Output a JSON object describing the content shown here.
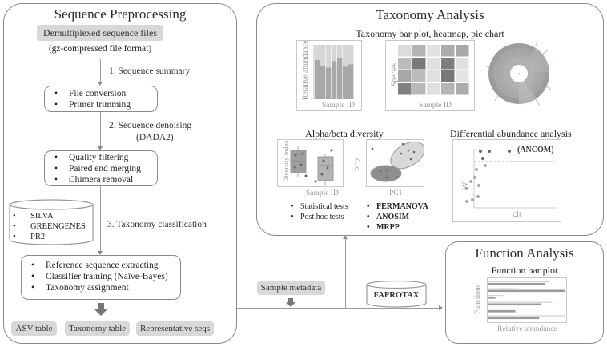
{
  "preprocessing": {
    "title": "Sequence Preprocessing",
    "input": "Demultiplexed sequence files",
    "input_note": "(gz-compressed file format)",
    "steps": [
      {
        "label": "1. Sequence summary",
        "items": [
          "File conversion",
          "Primer trimming"
        ]
      },
      {
        "label": "2. Sequence denoising",
        "label2": "(DADA2)",
        "items": [
          "Quality filtering",
          "Paired end merging",
          "Chimera removal"
        ]
      },
      {
        "label": "3. Taxonomy classification",
        "items": [
          "Reference sequence extracting",
          "Classifier training (Naïve-Bayes)",
          "Taxonomy assignment"
        ]
      }
    ],
    "databases": [
      "SILVA",
      "GREENGENES",
      "PR2"
    ],
    "outputs": [
      "ASV table",
      "Taxonomy table",
      "Representative seqs"
    ]
  },
  "taxonomy": {
    "title": "Taxonomy Analysis",
    "section1": "Taxonomy bar plot, heatmap, pie chart",
    "barplot": {
      "ylabel": "Relative abundance",
      "xlabel": "Sample ID",
      "lower_fractions": [
        0.72,
        0.62,
        0.58,
        0.7,
        0.76,
        0.6,
        0.64
      ]
    },
    "heatmap": {
      "ylabel": "Species",
      "xlabel": "Sample ID",
      "shades": [
        [
          "#dcdcdc",
          "#b4b4b4",
          "#e2e2e2",
          "#acacac",
          "#a8a8a8"
        ],
        [
          "#bcbcbc",
          "#7a7a7a",
          "#e0e0e0",
          "#7e7e7e",
          "#e0e0e0"
        ],
        [
          "#a8a8a8",
          "#bcbcbc",
          "#e0e0e0",
          "#787878",
          "#e4e4e4"
        ],
        [
          "#808080",
          "#b8b8b8",
          "#e0e0e0",
          "#b4b4b4",
          "#acacac"
        ]
      ]
    },
    "section2": "Alpha/beta diversity",
    "alpha": {
      "ylabel": "Diversity index",
      "xlabel": "Sample ID",
      "tests": [
        "Statistical tests",
        "Post hoc tests"
      ]
    },
    "beta": {
      "ylabel": "PC2",
      "xlabel": "PC1",
      "tests": [
        "PERMANOVA",
        "ANOSIM",
        "MRPP"
      ]
    },
    "section3": "Differential abundance analysis",
    "ancom": {
      "tag": "(ANCOM)",
      "ylabel": "W",
      "xlabel": "clr"
    }
  },
  "bottom": {
    "metadata": "Sample metadata",
    "faprotax": "FAPROTAX"
  },
  "function": {
    "title": "Function Analysis",
    "section": "Function bar plot",
    "ylabel": "Functions",
    "xlabel": "Relative abundance",
    "bars": [
      {
        "dark": 0.73,
        "light": 0.79
      },
      {
        "dark": 0.99,
        "light": 0.39
      },
      {
        "dark": 0.09,
        "light": 0.19
      },
      {
        "dark": 0.68,
        "light": 0.83
      },
      {
        "dark": 0.35,
        "light": 0.62
      },
      {
        "dark": 0.66,
        "light": 0.99
      }
    ]
  },
  "colors": {
    "border": "#8a8a8a",
    "box_fill": "#d8d8d8",
    "plot_frame": "#c8c8c8",
    "bar_dark": "#9a9a9a",
    "bar_light": "#d4d4d4"
  }
}
